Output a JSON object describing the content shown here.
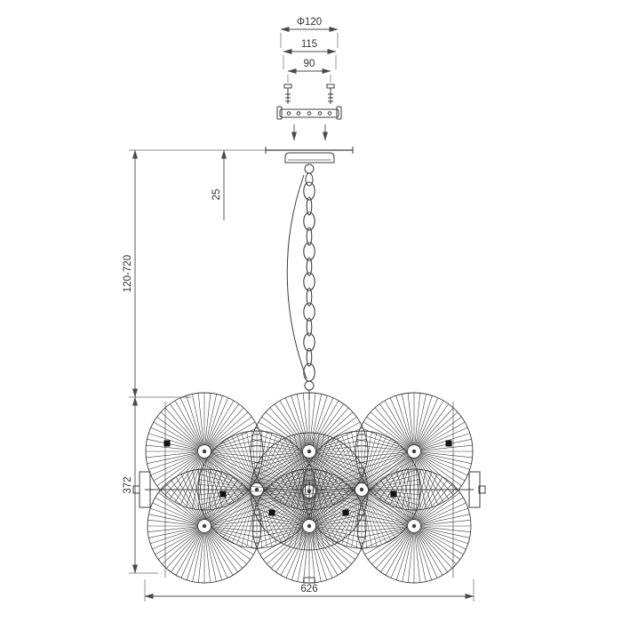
{
  "title": "pendant-lamp-technical-drawing",
  "dims": {
    "diameter": "Φ120",
    "bracket_width": "115",
    "hole_spacing": "90",
    "canopy_height": "25",
    "hanging_range": "120-720",
    "body_height": "372",
    "body_width": "626"
  },
  "colors": {
    "line": "#3d3d3d",
    "dim": "#4a4a4a",
    "text": "#333333",
    "background": "#ffffff",
    "clip": "#111111"
  }
}
